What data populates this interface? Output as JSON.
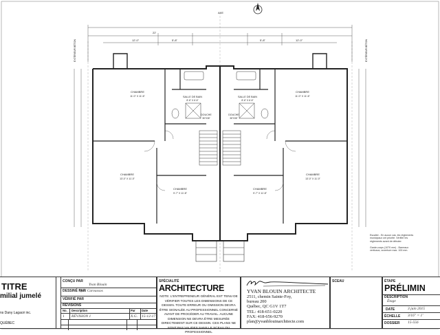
{
  "plan": {
    "top_label": "AXE",
    "left_side_label": "EXTÉRIEUR BÉTON",
    "right_side_label": "EXTÉRIEUR BÉTON",
    "dims_top": [
      "22'",
      "12'-0\"",
      "5'-8\"",
      "12'-0\"",
      "5'-8\""
    ],
    "rooms": [
      {
        "name": "CHAMBRE",
        "size": "11'-0\" X 11'-6\""
      },
      {
        "name": "CHAMBRE",
        "size": "11'-0\" X 11'-6\""
      },
      {
        "name": "SALLE DE BAIN",
        "size": "8'-6\" X 6'-6\""
      },
      {
        "name": "SALLE DE BAIN",
        "size": "8'-6\" X 6'-6\""
      },
      {
        "name": "DOUCHE",
        "size": "36\"X36\""
      },
      {
        "name": "DOUCHE",
        "size": "36\"X36\""
      },
      {
        "name": "CHAMBRE",
        "size": "13'-0\" X 11'-0\""
      },
      {
        "name": "CHAMBRE",
        "size": "9'-7\" X 11'-8\""
      },
      {
        "name": "CHAMBRE",
        "size": "9'-7\" X 11'-8\""
      },
      {
        "name": "CHAMBRE",
        "size": "13'-0\" X 11'-0\""
      }
    ],
    "notes_right": "Escalier - En aucun cas, les règlements municipaux ont priorité. Vérifier les règlements avant de débuter.",
    "notes_right2": "Garde-corps (1070 mm) - Barreaux verticaux, ouverture max. 100 mm."
  },
  "titleblock": {
    "titre": {
      "label": "TITRE",
      "line1": "milial jumelé",
      "line2": "ns Dany Lagacé inc.",
      "line3": "QUÉBEC"
    },
    "people": {
      "concu_label": "CONÇU PAR",
      "concu_value": "Yvan Blouin",
      "dessine_label": "DESSINÉ PAR",
      "dessine_value": "Syril Caroussos",
      "verifie_label": "VÉRIFIÉ PAR",
      "revisions_label": "RÉVISIONS",
      "rev_header": [
        "No.",
        "Description",
        "Par",
        "Date"
      ],
      "rev_rows": [
        [
          "1",
          "RÉVISION 1",
          "X.G.",
          "15-12-17"
        ]
      ]
    },
    "specialite": {
      "label": "SPÉCIALITÉ",
      "title": "ARCHITECTURE",
      "note": "NOTE: L'ENTREPRENEUR GÉNÉRAL EST TENU DE VÉRIFIER TOUTES LES DIMENSIONS DE CE DESSIN. TOUTE ERREUR OU OMISSION DEVRA ÊTRE SIGNALÉE AU PROFESSIONNEL CONCERNÉ AVANT DE PROCÉDER AU TRAVAIL. AUCUNE DIMENSION NE DEVRA ÊTRE MESURÉE DIRECTEMENT SUR CE DESSIN. CES PLANS NE SONT PAS VALIDES SANS LE SCEAU DU PROFESSIONNEL"
    },
    "firm": {
      "logo": "Yvan Blouin",
      "name": "YVAN BLOUIN ARCHITECTE",
      "addr1": "2511, chemin Sainte-Foy,",
      "addr2": "bureau 200",
      "addr3": "Québec, QC G1V 1T7",
      "tel": "TEL: 418-651-0220",
      "fax": "FAX: 418-656-9270",
      "email": "plan@yvanblouinarchitecte.com"
    },
    "sceau_label": "SCEAU",
    "etape": {
      "label": "ÉTAPE",
      "value": "PRÉLIMIN",
      "description_label": "DESCRIPTION",
      "description_value": "Étage",
      "date_label": "DATE",
      "date_value": "3 juin 2015",
      "echelle_label": "ÉCHELLE",
      "echelle_value": "3/16\" = 1'",
      "dossier_label": "DOSSIER",
      "dossier_value": "15-556"
    }
  }
}
